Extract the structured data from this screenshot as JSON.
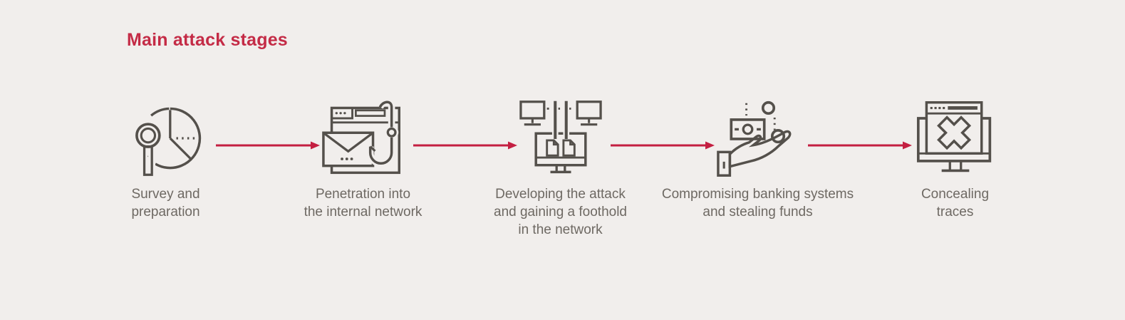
{
  "colors": {
    "background": "#f1eeec",
    "accent_red": "#c41f41",
    "title_red": "#c42b46",
    "icon_gray": "#54504b",
    "label_gray": "#6e6963"
  },
  "title": "Main attack stages",
  "stages": [
    {
      "icon": "magnifier-piechart-icon",
      "label": "Survey and preparation",
      "lines": [
        "Survey and",
        "preparation",
        ""
      ]
    },
    {
      "icon": "phishing-hook-email-icon",
      "label": "Penetration into the internal network",
      "lines": [
        "Penetration into",
        "the internal network",
        ""
      ]
    },
    {
      "icon": "network-computers-documents-icon",
      "label": "Developing the attack and gaining a foothold in the network",
      "lines": [
        "Developing the attack",
        "and gaining a foothold",
        "in the network"
      ]
    },
    {
      "icon": "hand-money-icon",
      "label": "Compromising banking systems and stealing funds",
      "lines": [
        "Compromising banking systems",
        "and stealing funds",
        ""
      ]
    },
    {
      "icon": "monitor-x-icon",
      "label": "Concealing traces",
      "lines": [
        "Concealing",
        "traces",
        ""
      ]
    }
  ],
  "connectors": {
    "count": 4,
    "direction": "right",
    "style": "red-arrow"
  }
}
